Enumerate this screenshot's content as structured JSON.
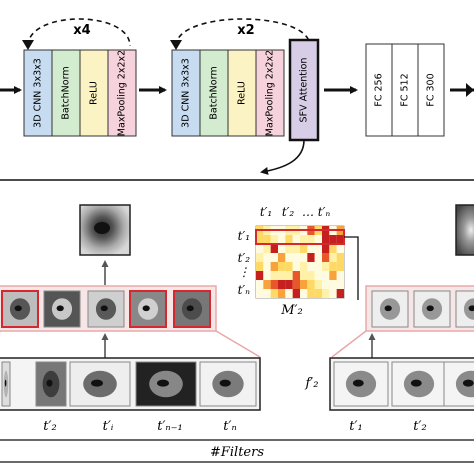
{
  "top_pipeline": {
    "block1": {
      "repeat": "x4",
      "layers": [
        {
          "label": "3D CNN 3x3x3",
          "color": "#c7dcf0"
        },
        {
          "label": "BatchNorm",
          "color": "#d3ecd0"
        },
        {
          "label": "ReLU",
          "color": "#fbf3c3"
        },
        {
          "label": "MaxPooling 2x2x2",
          "color": "#f6d2dc"
        }
      ]
    },
    "block2": {
      "repeat": "x2",
      "layers": [
        {
          "label": "3D CNN 3x3x3",
          "color": "#c7dcf0"
        },
        {
          "label": "BatchNorm",
          "color": "#d3ecd0"
        },
        {
          "label": "ReLU",
          "color": "#fbf3c3"
        },
        {
          "label": "MaxPooling 2x2x2",
          "color": "#f6d2dc"
        }
      ],
      "attention": {
        "label": "SFV Attention",
        "color": "#d7cde6"
      }
    },
    "fc_layers": [
      "FC 256",
      "FC 512",
      "FC 300"
    ]
  },
  "attention_detail": {
    "matrix_label": "M′₂",
    "col_labels": [
      "t′₁",
      "t′₂",
      "…",
      "t′ₙ"
    ],
    "row_labels": [
      "t′₁",
      "t′₂",
      "⋮",
      "t′ₙ"
    ],
    "left_frame_labels": [
      "t′₂",
      "t′ᵢ",
      "t′ₙ₋₁",
      "t′ₙ"
    ],
    "right_frame_labels": [
      "t′₁",
      "t′₂"
    ],
    "feature_label": "f′₂",
    "filters_label": "#Filters"
  },
  "colors": {
    "highlight": "#d42a2f",
    "pink_band": "#e8a8ab",
    "arrow": "#111111"
  }
}
